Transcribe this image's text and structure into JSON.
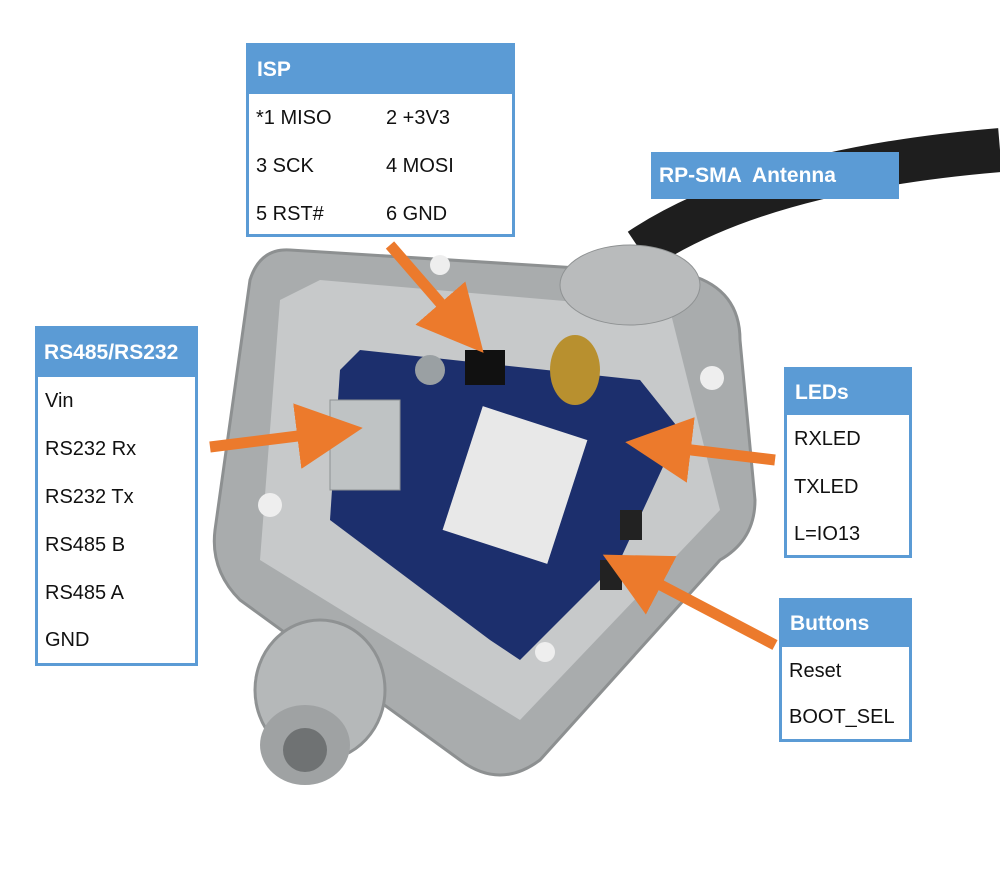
{
  "isp": {
    "title": "ISP",
    "pins": [
      [
        "*1 MISO",
        "2 +3V3"
      ],
      [
        "3 SCK",
        "4 MOSI"
      ],
      [
        "5 RST#",
        "6 GND"
      ]
    ]
  },
  "antenna": {
    "title": "RP-SMA  Antenna"
  },
  "serial": {
    "title": "RS485/RS232",
    "items": [
      "Vin",
      "RS232 Rx",
      "RS232 Tx",
      "RS485 B",
      "RS485 A",
      "GND"
    ]
  },
  "leds": {
    "title": "LEDs",
    "items": [
      "RXLED",
      "TXLED",
      "L=IO13"
    ]
  },
  "buttons": {
    "title": "Buttons",
    "items": [
      "Reset",
      "BOOT_SEL"
    ]
  },
  "colors": {
    "label_blue": "#5b9bd5",
    "arrow_orange": "#ec7a2c"
  }
}
